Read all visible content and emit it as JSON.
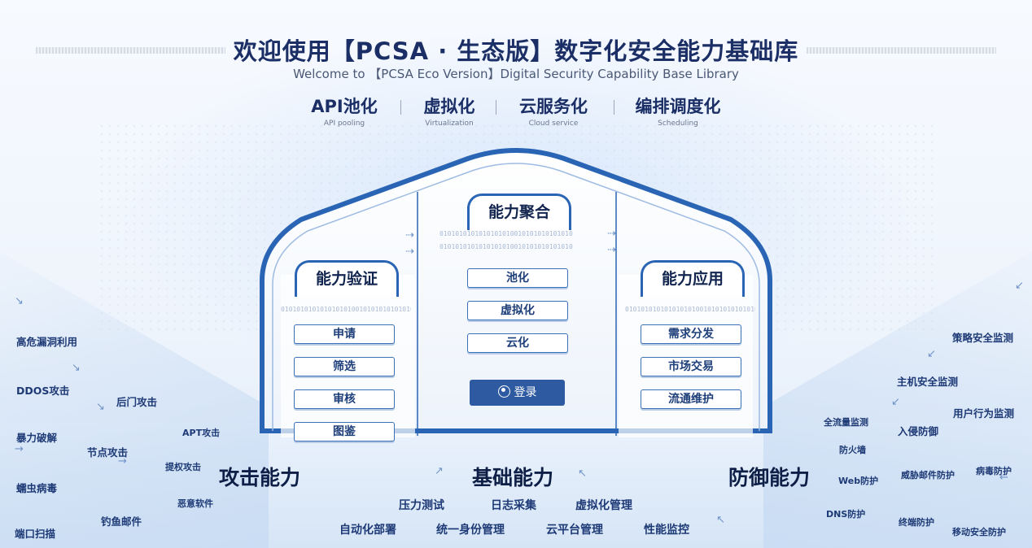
{
  "header": {
    "title": "欢迎使用【PCSA · 生态版】数字化安全能力基础库",
    "subtitle": "Welcome to 【PCSA Eco Version】Digital Security Capability Base Library"
  },
  "features": [
    {
      "zh": "API池化",
      "en": "API pooling"
    },
    {
      "zh": "虚拟化",
      "en": "Virtualization"
    },
    {
      "zh": "云服务化",
      "en": "Cloud service"
    },
    {
      "zh": "编排调度化",
      "en": "Scheduling"
    }
  ],
  "binary_text": "0101010101010101010010101010101010",
  "panels": {
    "verify": {
      "title": "能力验证",
      "items": [
        "申请",
        "筛选",
        "审核",
        "图鉴"
      ]
    },
    "aggregate": {
      "title": "能力聚合",
      "items": [
        "池化",
        "虚拟化",
        "云化"
      ]
    },
    "apply": {
      "title": "能力应用",
      "items": [
        "需求分发",
        "市场交易",
        "流通维护"
      ]
    }
  },
  "login_label": "登录",
  "sections": {
    "attack": "攻击能力",
    "base": "基础能力",
    "defense": "防御能力"
  },
  "attack_items": [
    "高危漏洞利用",
    "DDOS攻击",
    "后门攻击",
    "暴力破解",
    "节点攻击",
    "APT攻击",
    "提权攻击",
    "蠕虫病毒",
    "恶意软件",
    "钓鱼邮件",
    "端口扫描"
  ],
  "base_items": [
    "压力测试",
    "日志采集",
    "虚拟化管理",
    "自动化部署",
    "统一身份管理",
    "云平台管理",
    "性能监控"
  ],
  "defense_items": [
    "策略安全监测",
    "主机安全监测",
    "用户行为监测",
    "全流量监测",
    "入侵防御",
    "防火墙",
    "Web防护",
    "威胁邮件防护",
    "病毒防护",
    "DNS防护",
    "终端防护",
    "移动安全防护"
  ],
  "colors": {
    "primary": "#2a64b4",
    "dark_text": "#0e1f47",
    "button": "#2d5aa0"
  }
}
